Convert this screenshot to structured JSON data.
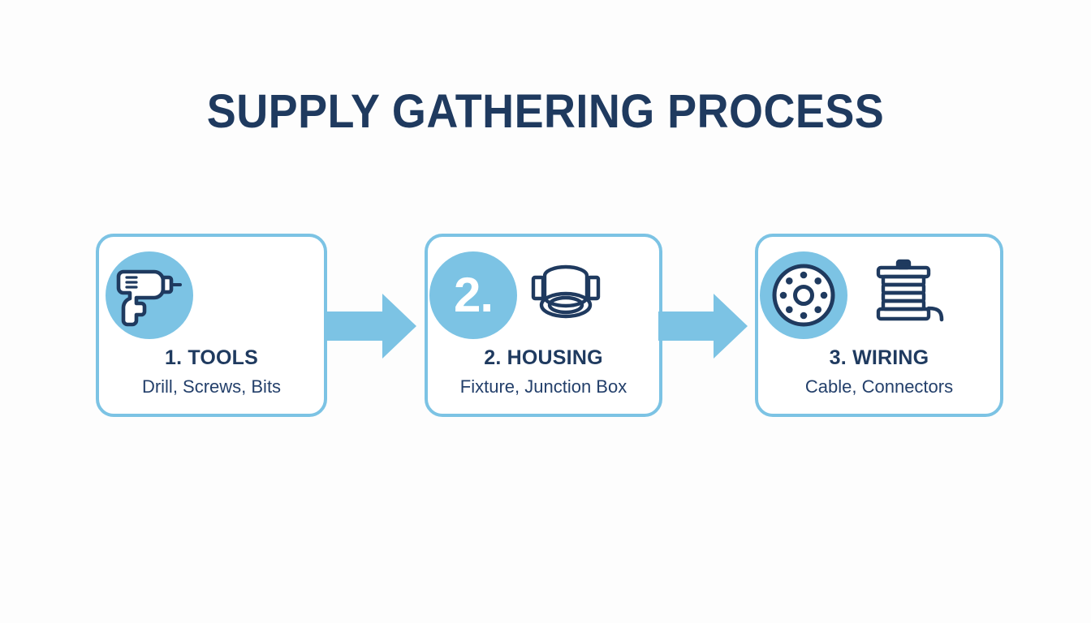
{
  "page": {
    "title": "SUPPLY GATHERING PROCESS",
    "background_color": "#fdfdfd",
    "accent_color": "#7cc3e4",
    "text_color": "#1f3a5f"
  },
  "steps": [
    {
      "circle_label": "",
      "circle_icon": "drill-icon",
      "side_icon": "",
      "heading": "1. TOOLS",
      "subtitle": "Drill, Screws, Bits"
    },
    {
      "circle_label": "2.",
      "circle_icon": "",
      "side_icon": "recessed-light-fixture-icon",
      "heading": "2. HOUSING",
      "subtitle": "Fixture, Junction Box"
    },
    {
      "circle_label": "",
      "circle_icon": "junction-box-plate-icon",
      "side_icon": "cable-spool-icon",
      "heading": "3. WIRING",
      "subtitle": "Cable, Connectors"
    }
  ],
  "connectors": [
    {
      "name": "arrow-step1-to-step2",
      "direction": "right"
    },
    {
      "name": "arrow-step2-to-step3",
      "direction": "right"
    }
  ]
}
